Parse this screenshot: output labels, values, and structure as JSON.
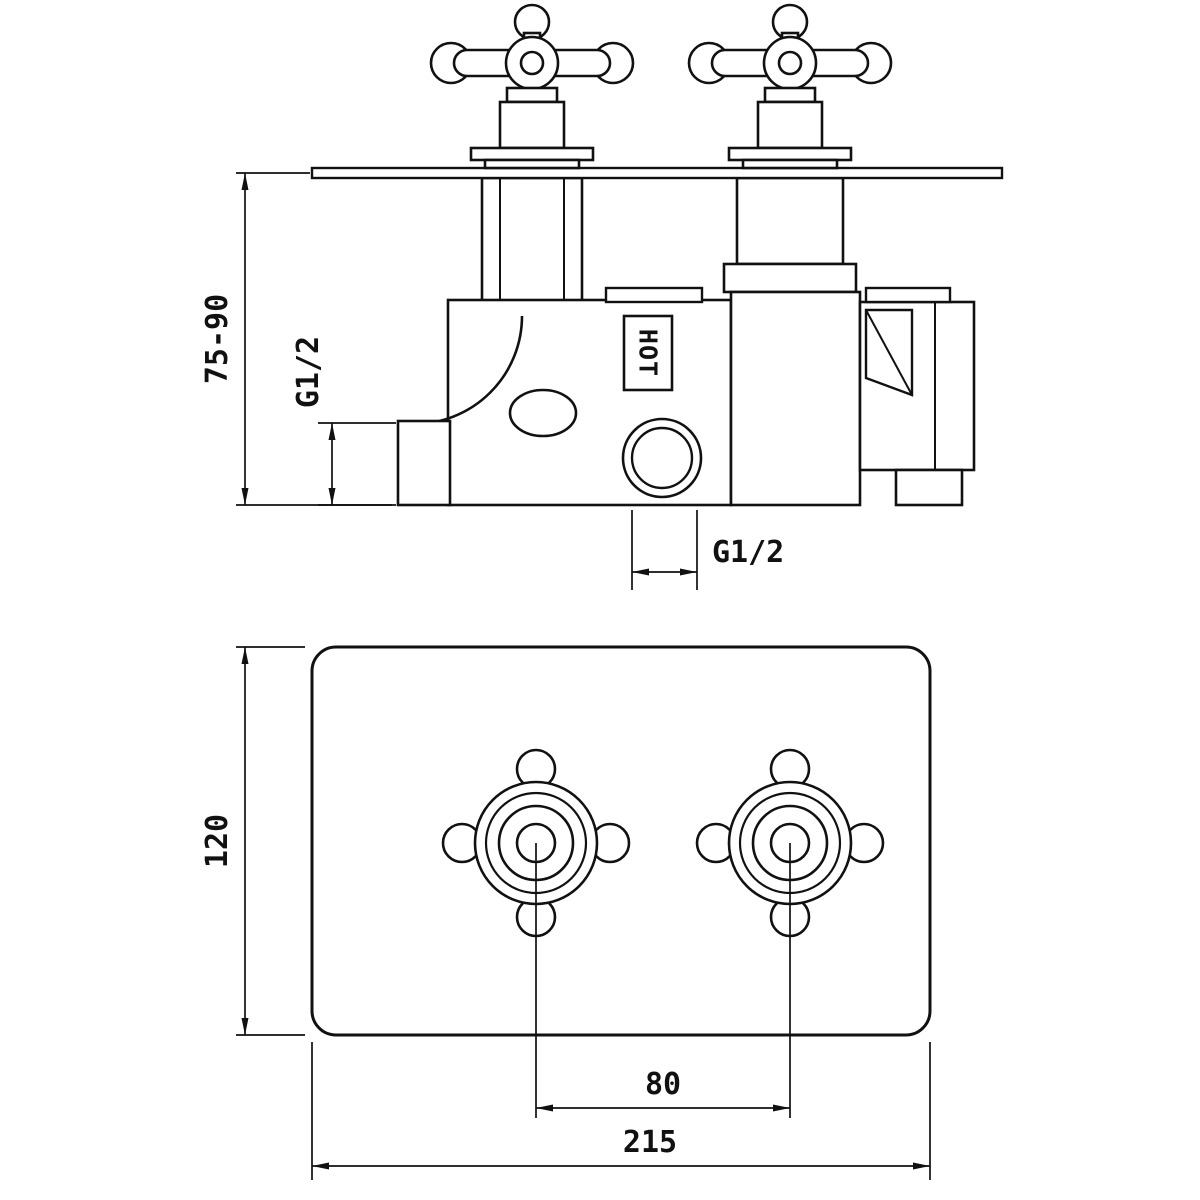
{
  "drawing": {
    "top_view": {
      "hot_label": "HOT",
      "dim_depth": "75-90",
      "dim_inlet_thread": "G1/2",
      "dim_outlet_thread": "G1/2"
    },
    "front_view": {
      "dim_plate_height": "120",
      "dim_handle_spacing": "80",
      "dim_plate_width": "215"
    },
    "colors": {
      "line": "#111111",
      "background": "#ffffff"
    }
  }
}
